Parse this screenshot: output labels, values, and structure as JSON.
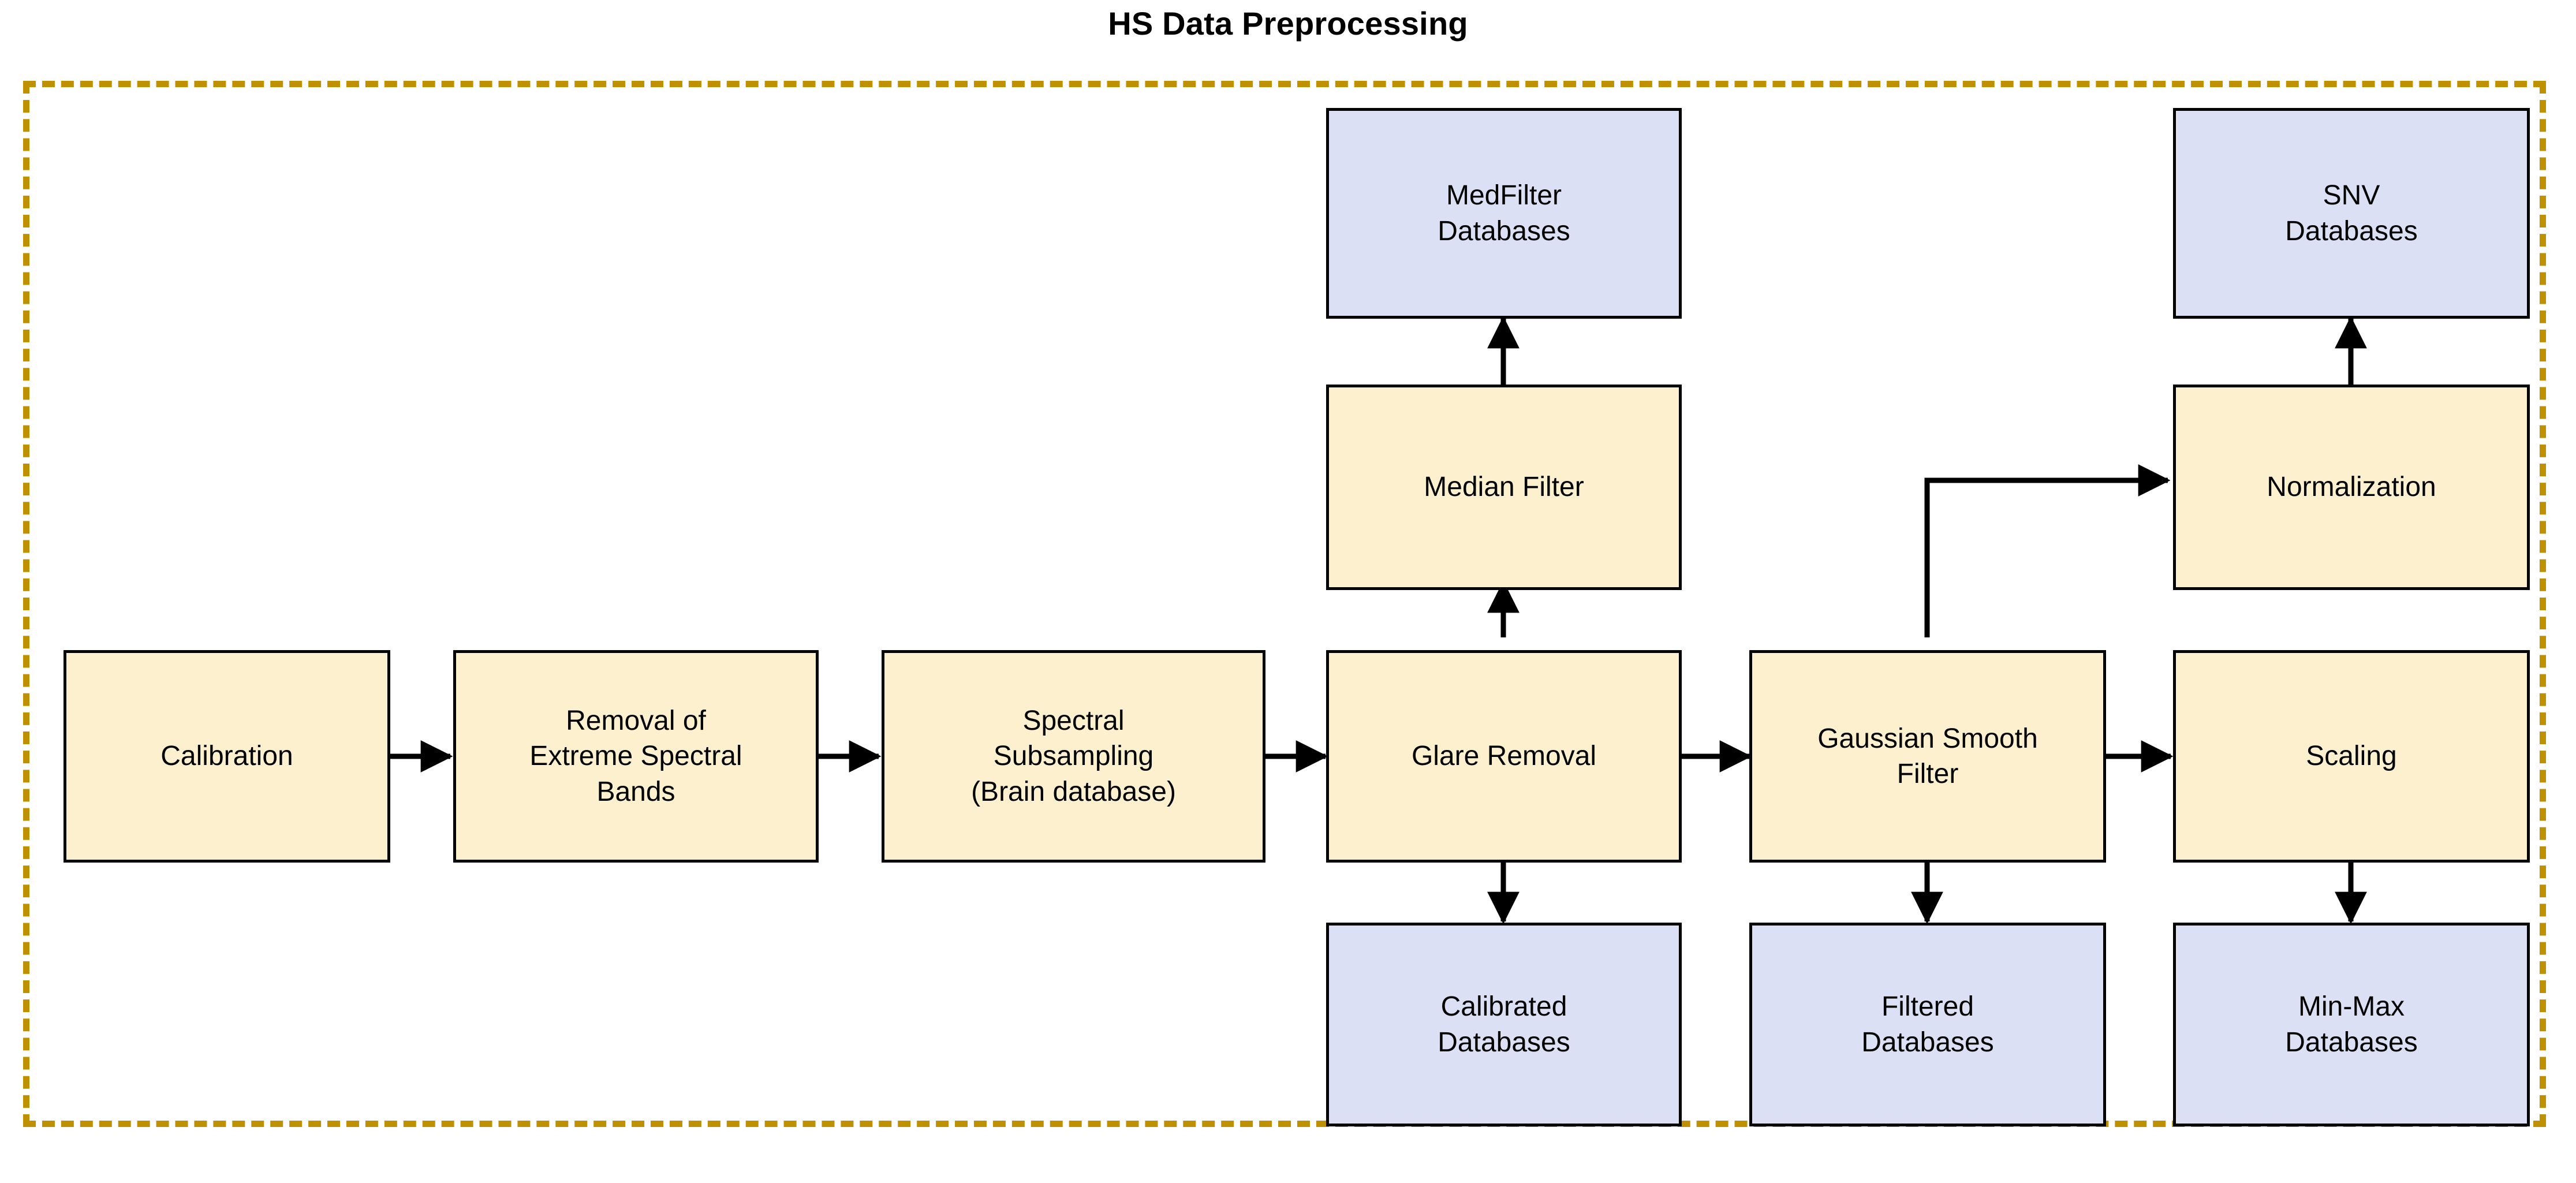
{
  "title": "HS Data Preprocessing",
  "colors": {
    "frame_border": "#BF9000",
    "process_fill": "#FDF0CE",
    "store_fill": "#DCE0F5",
    "node_border": "#000000",
    "connector": "#000000",
    "text": "#000000",
    "background": "#FFFFFF"
  },
  "nodes": {
    "calibration": {
      "label": "Calibration",
      "type": "process"
    },
    "removal_bands": {
      "label": "Removal of\nExtreme Spectral\nBands",
      "type": "process"
    },
    "spectral_subsample": {
      "label": "Spectral\nSubsampling\n(Brain database)",
      "type": "process"
    },
    "glare_removal": {
      "label": "Glare Removal",
      "type": "process"
    },
    "gaussian_filter": {
      "label": "Gaussian Smooth\nFilter",
      "type": "process"
    },
    "scaling": {
      "label": "Scaling",
      "type": "process"
    },
    "median_filter": {
      "label": "Median Filter",
      "type": "process"
    },
    "normalization": {
      "label": "Normalization",
      "type": "process"
    },
    "medfilter_db": {
      "label": "MedFilter\nDatabases",
      "type": "store"
    },
    "snv_db": {
      "label": "SNV\nDatabases",
      "type": "store"
    },
    "calibrated_db": {
      "label": "Calibrated\nDatabases",
      "type": "store"
    },
    "filtered_db": {
      "label": "Filtered\nDatabases",
      "type": "store"
    },
    "minmax_db": {
      "label": "Min-Max\nDatabases",
      "type": "store"
    }
  },
  "flow": {
    "edges": [
      {
        "from": "calibration",
        "to": "removal_bands",
        "direction": "right"
      },
      {
        "from": "removal_bands",
        "to": "spectral_subsample",
        "direction": "right"
      },
      {
        "from": "spectral_subsample",
        "to": "glare_removal",
        "direction": "right"
      },
      {
        "from": "glare_removal",
        "to": "gaussian_filter",
        "direction": "right"
      },
      {
        "from": "gaussian_filter",
        "to": "scaling",
        "direction": "right"
      },
      {
        "from": "glare_removal",
        "to": "median_filter",
        "direction": "up"
      },
      {
        "from": "median_filter",
        "to": "medfilter_db",
        "direction": "up"
      },
      {
        "from": "glare_removal",
        "to": "calibrated_db",
        "direction": "down"
      },
      {
        "from": "gaussian_filter",
        "to": "filtered_db",
        "direction": "down"
      },
      {
        "from": "gaussian_filter",
        "to": "normalization",
        "direction": "elbow-up-right"
      },
      {
        "from": "normalization",
        "to": "snv_db",
        "direction": "up"
      },
      {
        "from": "scaling",
        "to": "minmax_db",
        "direction": "down"
      }
    ]
  }
}
